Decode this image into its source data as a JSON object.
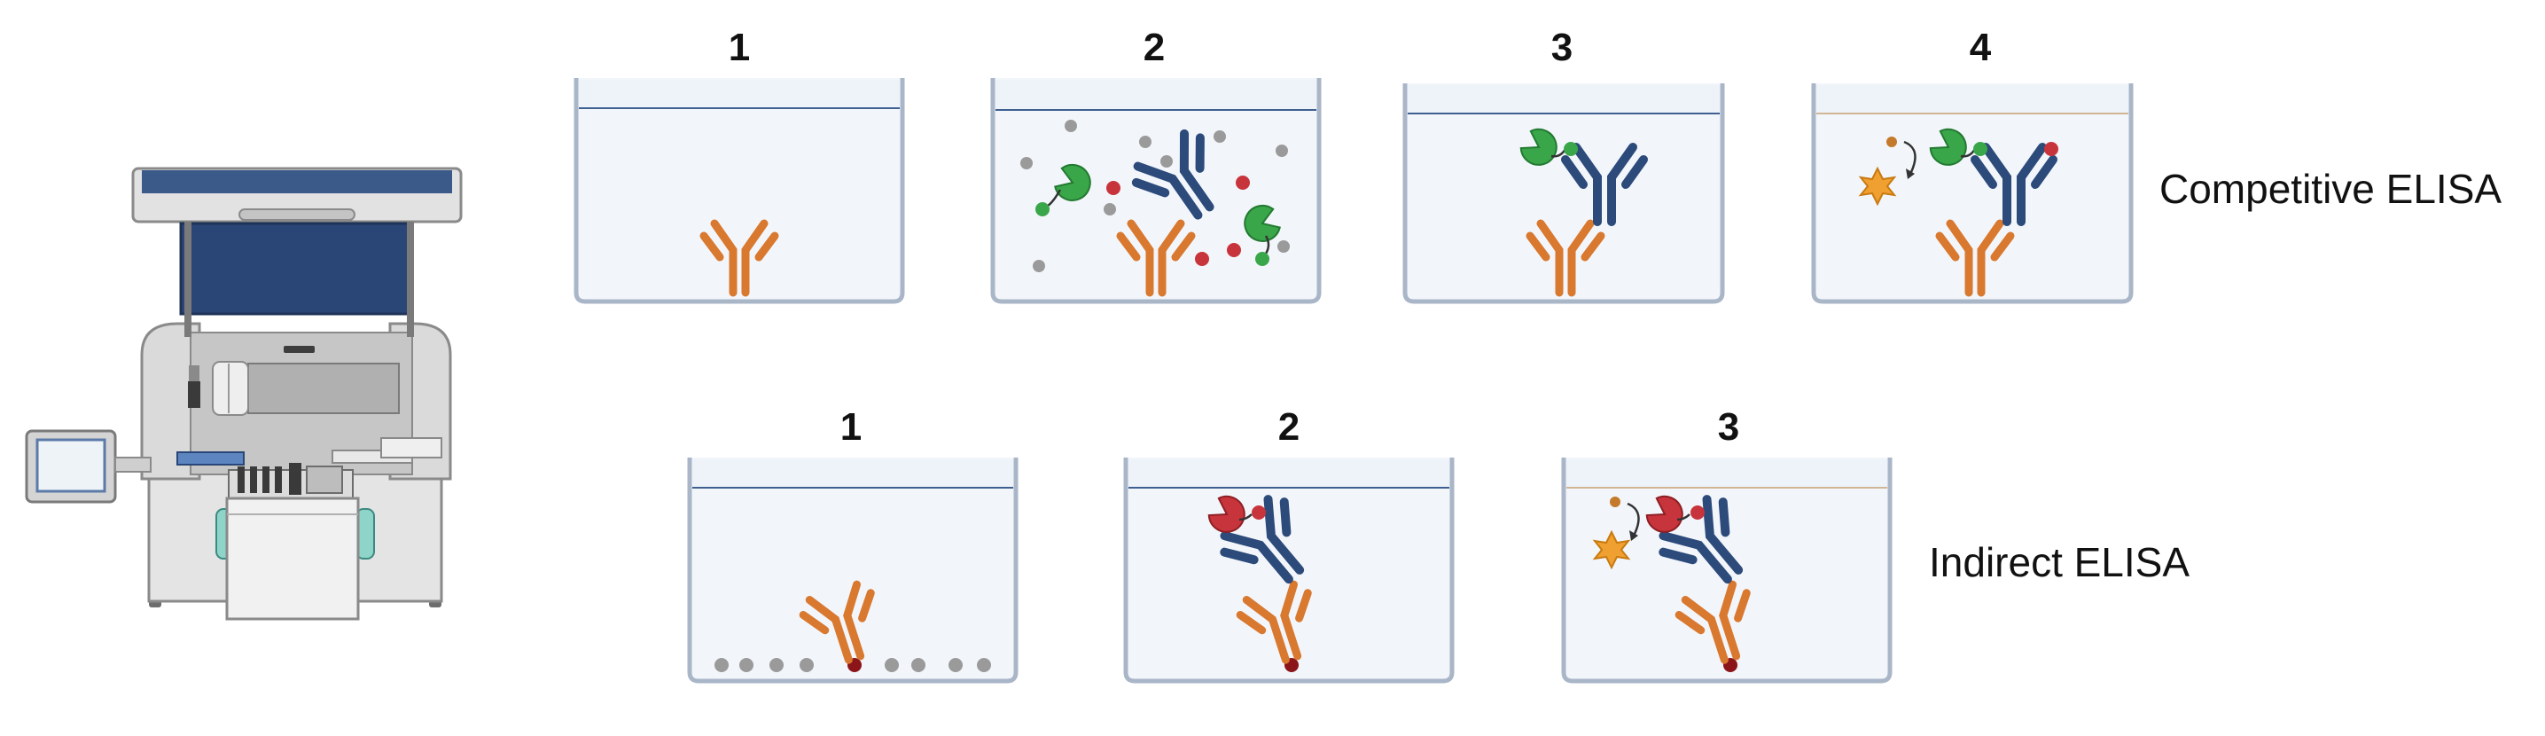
{
  "rows": {
    "competitive": {
      "label": "Competitive ELISA",
      "steps": [
        "1",
        "2",
        "3",
        "4"
      ]
    },
    "indirect": {
      "label": "Indirect ELISA",
      "steps": [
        "1",
        "2",
        "3"
      ]
    }
  },
  "colors": {
    "capture_antibody": "#d9782f",
    "detection_antibody": "#2c4a7a",
    "enzyme_conjugate": "#3aa64a",
    "antigen": "#c8343b",
    "bead": "#9a9a9a",
    "substrate_product": "#f0a030",
    "liquid": "#deebf7",
    "liquid_substrate": "#fcebd8",
    "instrument_body": "#d4d4d4",
    "instrument_panel": "#2a4677"
  },
  "icons": {
    "instrument": "elisa-analyzer-icon",
    "antibody_capture": "capture-antibody-icon",
    "antibody_detection": "detection-antibody-icon",
    "enzyme": "enzyme-conjugate-icon",
    "antigen": "antigen-icon",
    "bead": "blocking-bead-icon",
    "signal": "substrate-signal-icon"
  }
}
